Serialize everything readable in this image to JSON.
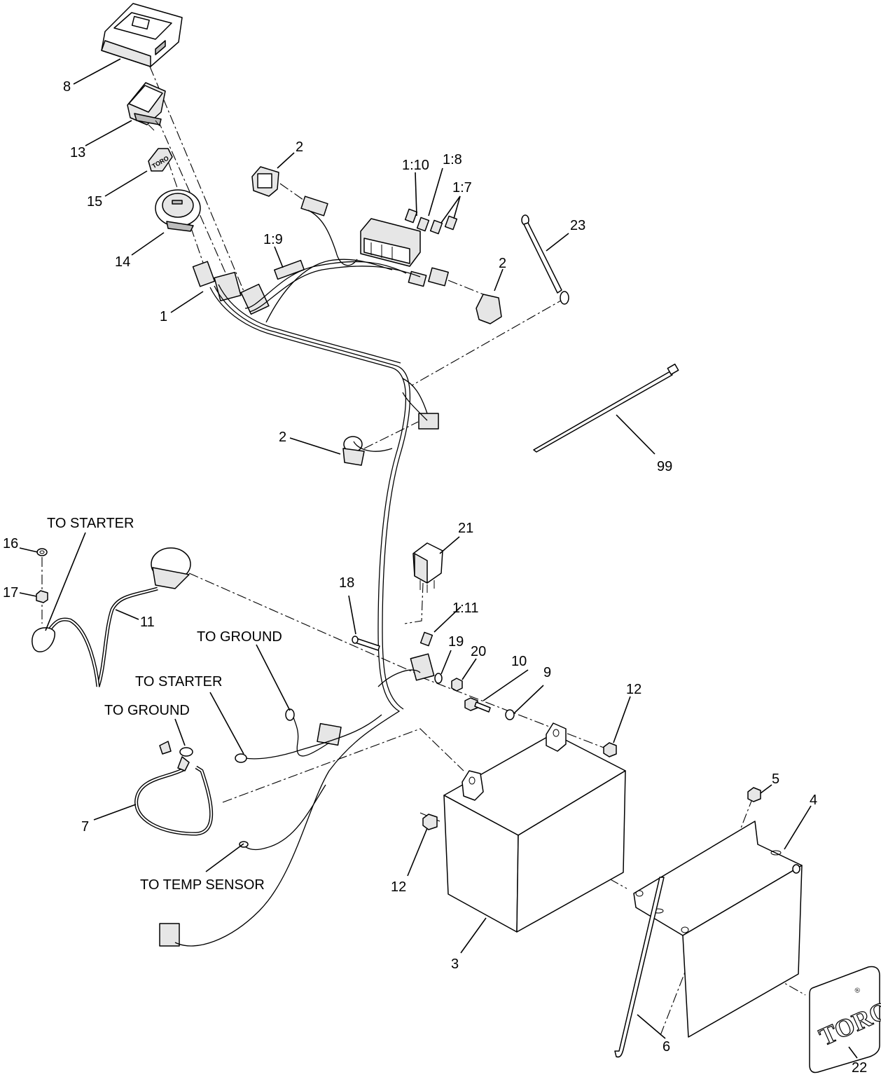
{
  "callouts": {
    "c1": "1",
    "c2a": "2",
    "c2b": "2",
    "c2c": "2",
    "c3": "3",
    "c4": "4",
    "c5": "5",
    "c6": "6",
    "c7": "7",
    "c8": "8",
    "c9": "9",
    "c10": "10",
    "c11": "11",
    "c12a": "12",
    "c12b": "12",
    "c13": "13",
    "c14": "14",
    "c15": "15",
    "c16": "16",
    "c17": "17",
    "c18": "18",
    "c19": "19",
    "c20": "20",
    "c21": "21",
    "c22": "22",
    "c23": "23",
    "c99": "99",
    "c1_7": "1:7",
    "c1_8": "1:8",
    "c1_9": "1:9",
    "c1_10": "1:10",
    "c1_11": "1:11"
  },
  "notes": {
    "to_starter_1": "TO STARTER",
    "to_starter_2": "TO STARTER",
    "to_ground_1": "TO GROUND",
    "to_ground_2": "TO GROUND",
    "to_temp_sensor": "TO TEMP SENSOR"
  },
  "decal": {
    "brand": "TORO",
    "registered": "®"
  },
  "key_tag": {
    "brand": "TORO"
  }
}
